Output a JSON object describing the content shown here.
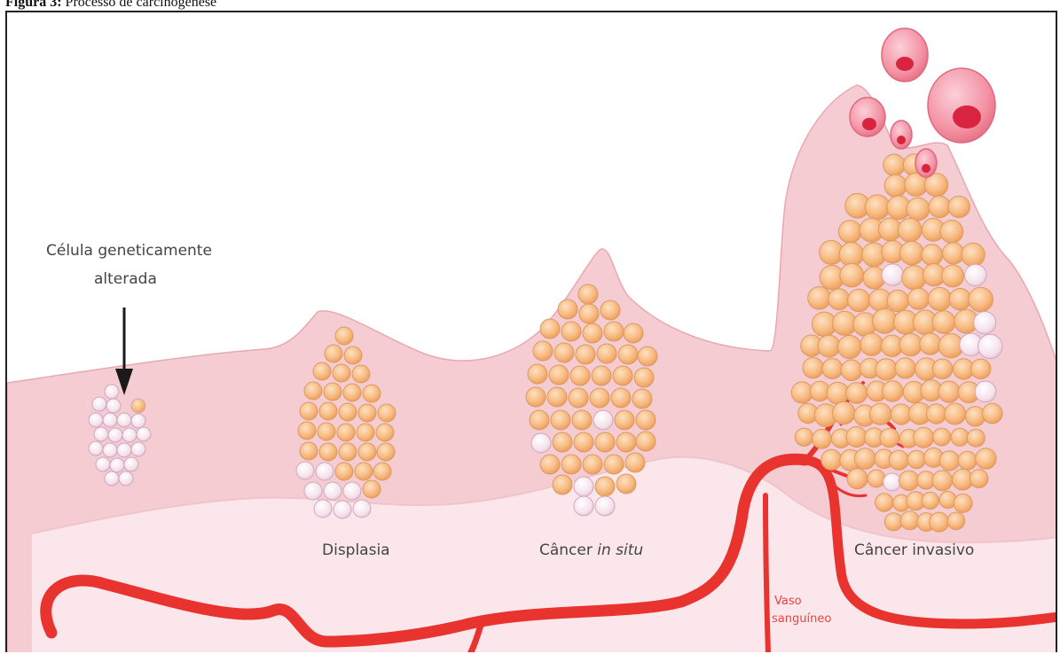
{
  "caption": {
    "figure_label": "Figura 3:",
    "title": "Processo de carcinogênese"
  },
  "labels": {
    "altered_cell_line1": "Célula geneticamente",
    "altered_cell_line2": "alterada",
    "dysplasia": "Displasia",
    "in_situ_prefix": "Câncer ",
    "in_situ_italic": "in situ",
    "invasive": "Câncer invasivo",
    "vessel_line1": "Vaso",
    "vessel_line2": "sanguíneo"
  },
  "colors": {
    "tissue_dark": "#f4c7cd",
    "tissue_light": "#fbe6ea",
    "tissue_edge": "#e7a3ad",
    "vessel": "#e8332f",
    "cell_normal": "#f6e3ec",
    "cell_mutated": "#f7b170",
    "cell_nucleus": "#f08a3a",
    "metastatic_cell": "#f07c8f",
    "metastatic_nucleus": "#d8243f",
    "arrow": "#1a1a1a"
  }
}
